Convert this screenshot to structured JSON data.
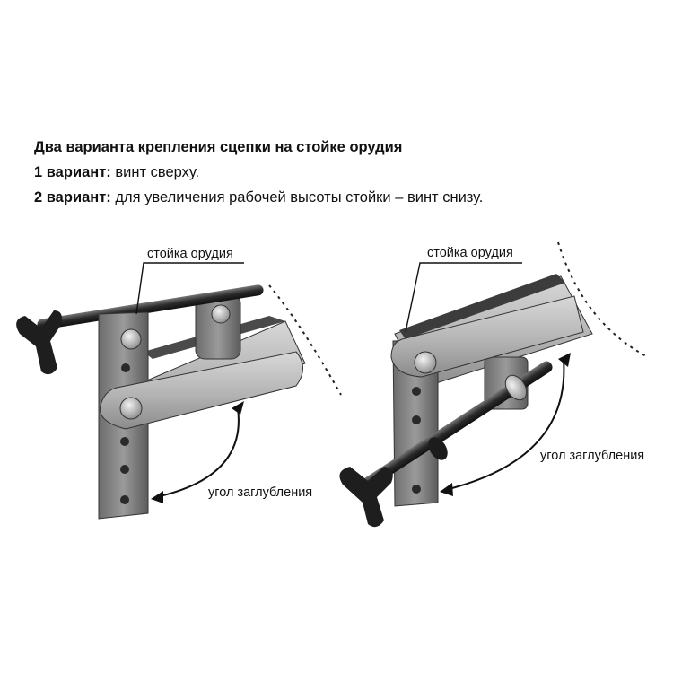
{
  "caption": {
    "title": "Два варианта крепления сцепки на стойке орудия",
    "variant1_label": "1 вариант:",
    "variant1_text": "винт сверху.",
    "variant2_label": "2 вариант:",
    "variant2_text": "для увеличения рабочей высоты стойки – винт снизу."
  },
  "figure_left": {
    "stand_label": "стойка орудия",
    "angle_label": "угол заглубления"
  },
  "figure_right": {
    "stand_label": "стойка орудия",
    "angle_label": "угол заглубления"
  }
}
